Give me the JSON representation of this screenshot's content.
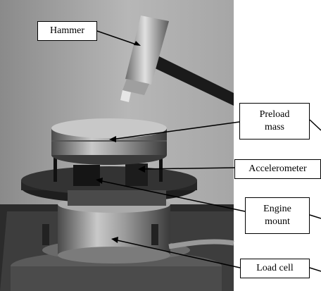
{
  "figure": {
    "labels": {
      "hammer": "Hammer",
      "preload_mass": "Preload\nmass",
      "accelerometer": "Accelerometer",
      "engine_mount": "Engine\nmount",
      "load_cell": "Load cell"
    }
  }
}
